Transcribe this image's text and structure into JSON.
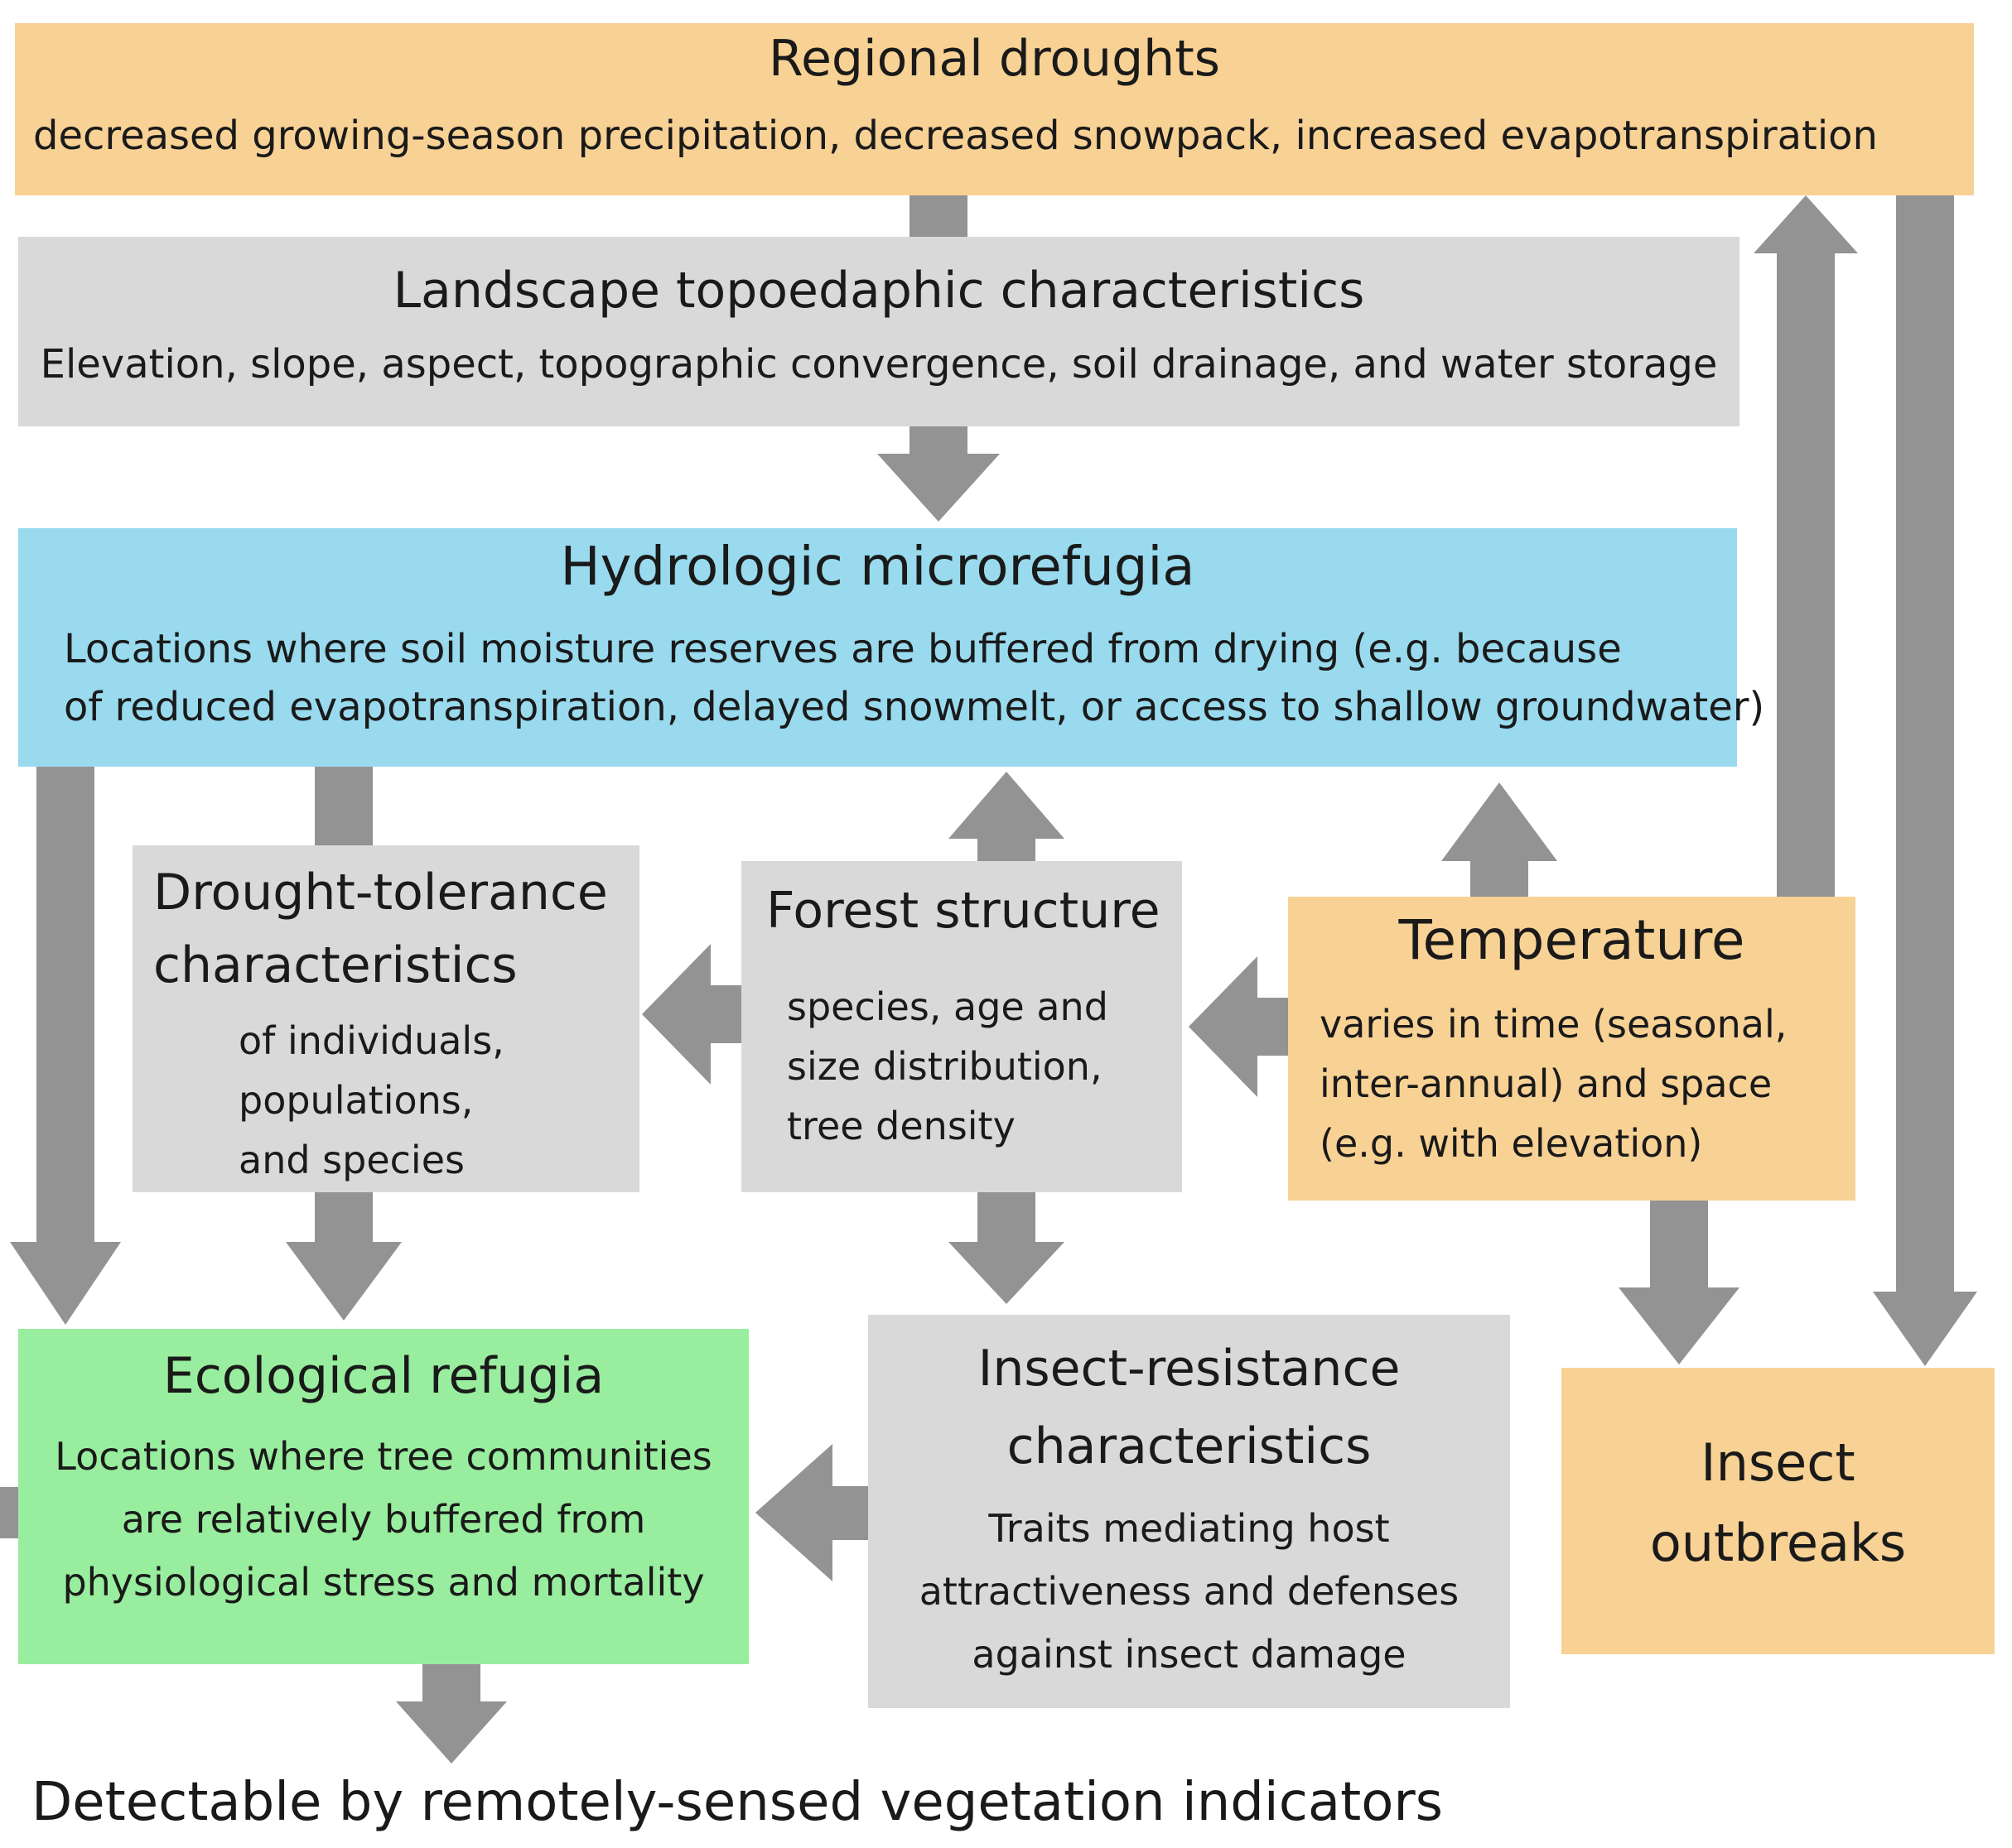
{
  "colors": {
    "orange": "#f8d195",
    "gray": "#d9d9d9",
    "blue": "#99daee",
    "green": "#99ed9e",
    "arrow": "#939393"
  },
  "regional_droughts": {
    "title": "Regional droughts",
    "body": "decreased growing-season precipitation, decreased snowpack, increased evapotranspiration"
  },
  "landscape": {
    "title": "Landscape topoedaphic characteristics",
    "body": "Elevation, slope, aspect, topographic convergence, soil drainage, and water storage"
  },
  "hydrologic": {
    "title": "Hydrologic microrefugia",
    "line1": "Locations where soil moisture reserves are buffered from drying (e.g. because",
    "line2": "of reduced evapotranspiration, delayed snowmelt, or access to shallow groundwater)"
  },
  "drought_tolerance": {
    "title_line1": "Drought-tolerance",
    "title_line2": "characteristics",
    "line1": "of individuals,",
    "line2": "populations,",
    "line3": "and species"
  },
  "forest_structure": {
    "title": "Forest structure",
    "line1": "species, age and",
    "line2": "size distribution,",
    "line3": "tree density"
  },
  "temperature": {
    "title": "Temperature",
    "line1": "varies in time (seasonal,",
    "line2": "inter-annual) and space",
    "line3": "(e.g. with elevation)"
  },
  "ecological_refugia": {
    "title": "Ecological refugia",
    "line1": "Locations where tree communities",
    "line2": "are relatively buffered from",
    "line3": "physiological stress and mortality"
  },
  "insect_resistance": {
    "title_line1": "Insect-resistance",
    "title_line2": "characteristics",
    "line1": "Traits mediating host",
    "line2": "attractiveness and defenses",
    "line3": "against insect damage"
  },
  "insect_outbreaks": {
    "title_line1": "Insect",
    "title_line2": "outbreaks"
  },
  "footer": {
    "text": "Detectable by remotely-sensed vegetation indicators"
  }
}
